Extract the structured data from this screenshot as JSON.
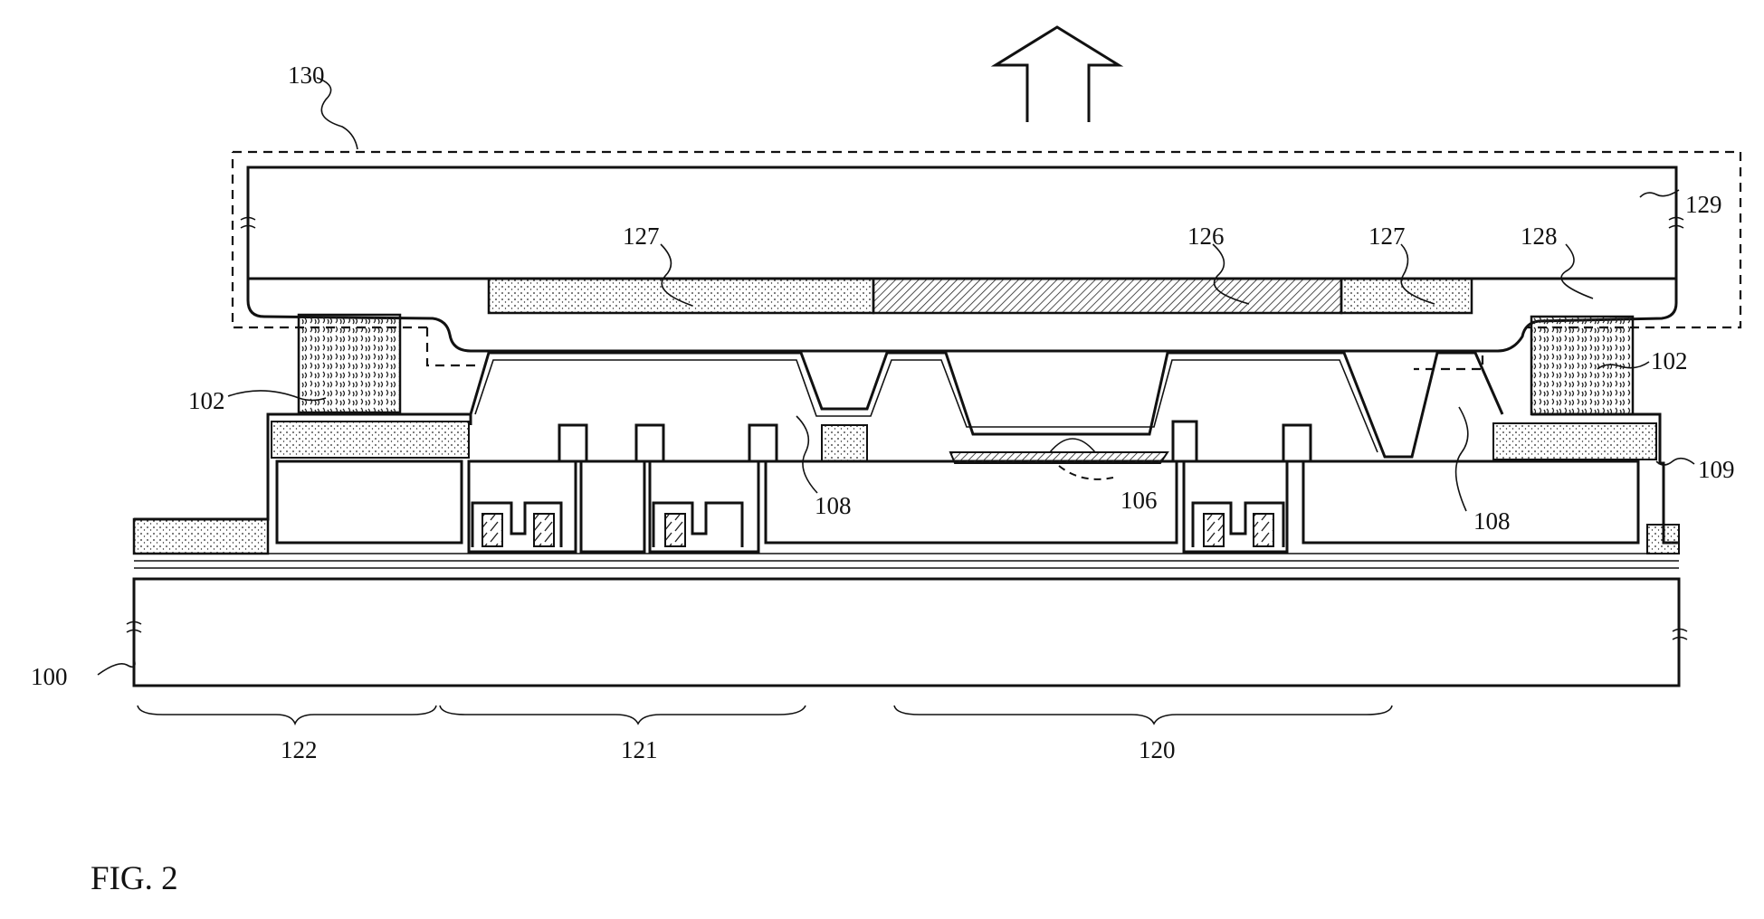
{
  "figure": {
    "caption": "FIG. 2",
    "labels": {
      "l100": "100",
      "l102a": "102",
      "l102b": "102",
      "l106": "106",
      "l108a": "108",
      "l108b": "108",
      "l109": "109",
      "l120": "120",
      "l121": "121",
      "l122": "122",
      "l126": "126",
      "l127a": "127",
      "l127b": "127",
      "l128": "128",
      "l129": "129",
      "l130": "130"
    }
  }
}
